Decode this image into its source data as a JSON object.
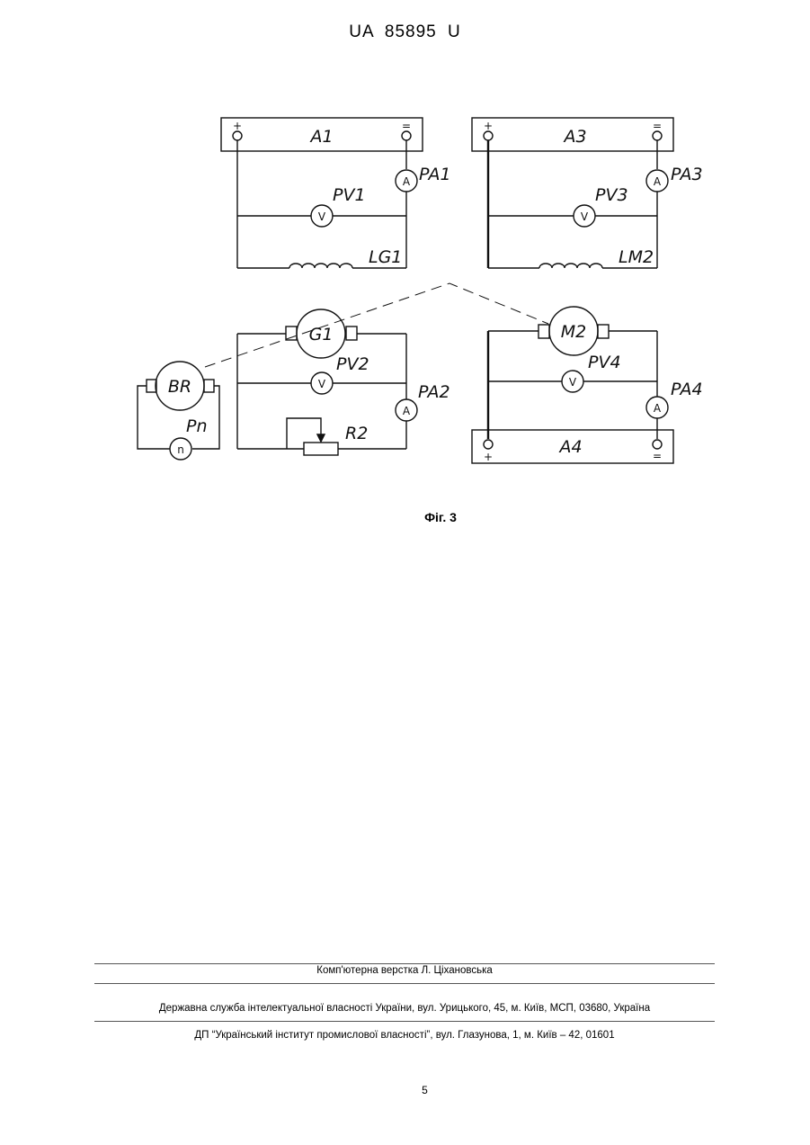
{
  "header": {
    "doc_number": "UA 85895 U"
  },
  "diagram": {
    "blocks": {
      "a1": "A1",
      "a3": "A3",
      "a4": "A4"
    },
    "meters": {
      "pa1": "PA1",
      "pa2": "PA2",
      "pa3": "PA3",
      "pa4": "PA4",
      "pv1": "PV1",
      "pv2": "PV2",
      "pv3": "PV3",
      "pv4": "PV4",
      "ammeter_symbol": "A",
      "voltmeter_symbol": "V"
    },
    "windings": {
      "lg1": "LG1",
      "lm2": "LM2"
    },
    "machines": {
      "g1": "G1",
      "m2": "M2",
      "br": "BR"
    },
    "tachometer": {
      "label": "Pn",
      "symbol": "n"
    },
    "resistor": {
      "label": "R2"
    },
    "polarity": {
      "plus": "+",
      "minus": "="
    }
  },
  "caption": "Фіг. 3",
  "footer": {
    "layout_credit": "Комп'ютерна верстка Л. Ціхановська",
    "agency": "Державна служба інтелектуальної власності України, вул. Урицького, 45, м. Київ, МСП, 03680, Україна",
    "institute": "ДП “Український інститут промислової власності”, вул. Глазунова, 1, м. Київ – 42, 01601"
  },
  "page_number": "5"
}
